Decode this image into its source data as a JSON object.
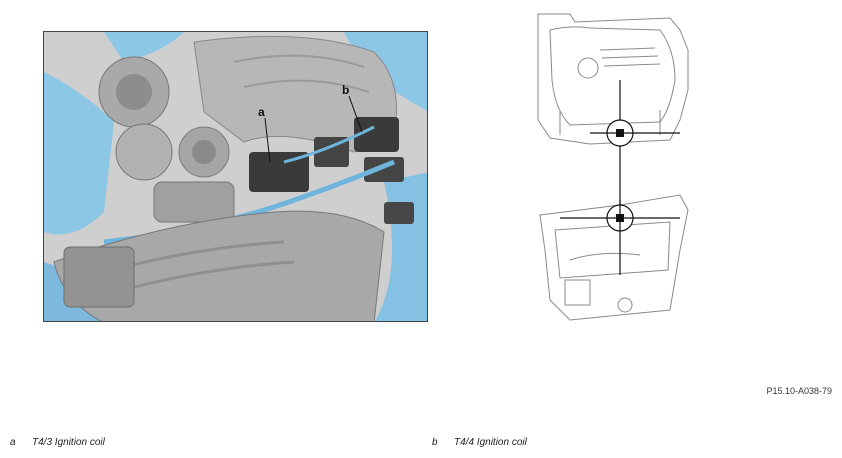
{
  "figure": {
    "callouts": [
      {
        "key": "a",
        "label": "T4/3 Ignition coil"
      },
      {
        "key": "b",
        "label": "T4/4 Ignition coil"
      }
    ],
    "reference_code": "P15.10-A038-79"
  },
  "colors": {
    "highlight_blue": "#7cc0e4",
    "engine_grey": "#bdbdbd",
    "dark_part": "#3a3a3a"
  }
}
